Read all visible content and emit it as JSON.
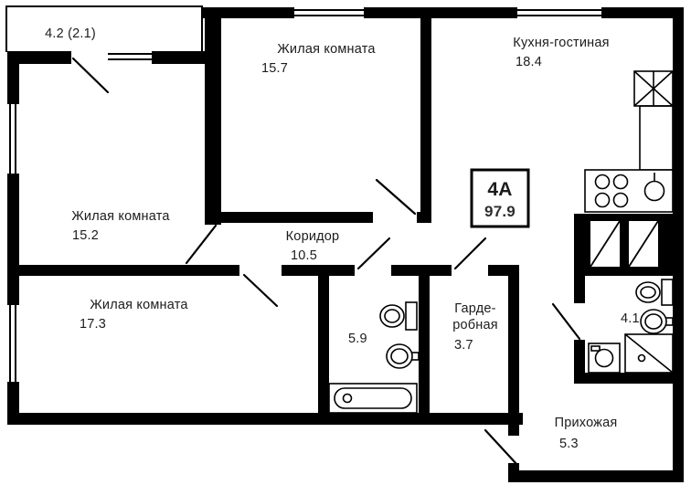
{
  "plan": {
    "badge": {
      "type_label": "4А",
      "total_area": "97.9"
    },
    "rooms": {
      "balcony": {
        "area": "4.2 (2.1)"
      },
      "living_top": {
        "name": "Жилая комната",
        "area": "15.7"
      },
      "kitchen": {
        "name": "Кухня-гостиная",
        "area": "18.4"
      },
      "living_left": {
        "name": "Жилая комната",
        "area": "15.2"
      },
      "living_bottom": {
        "name": "Жилая комната",
        "area": "17.3"
      },
      "corridor": {
        "name": "Коридор",
        "area": "10.5"
      },
      "bathroom_main": {
        "area": "5.9"
      },
      "wardrobe": {
        "name_line1": "Гарде-",
        "name_line2": "робная",
        "area": "3.7"
      },
      "bathroom_small": {
        "area": "4.1"
      },
      "hallway": {
        "name": "Прихожая",
        "area": "5.3"
      }
    },
    "fixtures": [
      "vent-shaft",
      "stove",
      "kitchen-sink",
      "duct-shafts",
      "toilet",
      "wash-sink",
      "bathtub",
      "washing-machine",
      "shower-tray"
    ],
    "colors": {
      "wall": "#000000",
      "background": "#ffffff",
      "text": "#1c1c1c"
    }
  }
}
